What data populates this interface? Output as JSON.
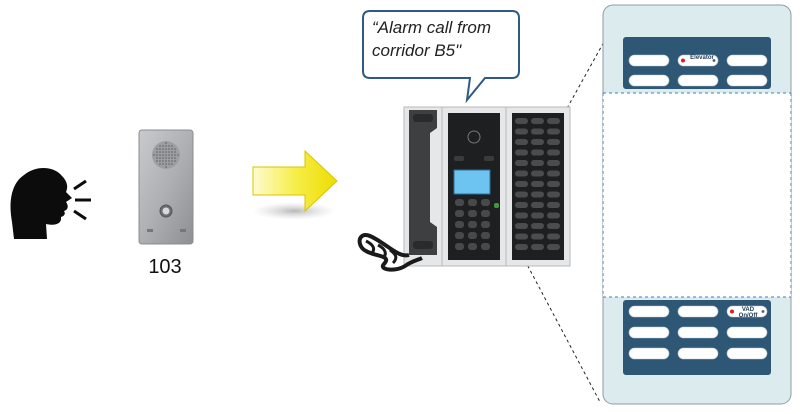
{
  "station": {
    "number": "103"
  },
  "bubble": {
    "line1": "“Alarm call from",
    "line2": "corridor B5\""
  },
  "panel": {
    "top_key_label": "Elevator",
    "bottom_key_label_line1": "VAD",
    "bottom_key_label_line2": "On/Off"
  },
  "colors": {
    "panel_blue": "#2d5775",
    "card_bg": "#dcecee",
    "arrow_yellow": "#f4e400",
    "bubble_border": "#2f5a86"
  },
  "icons": {
    "speaker": "speaking-head-icon",
    "arrow": "right-arrow-icon"
  }
}
